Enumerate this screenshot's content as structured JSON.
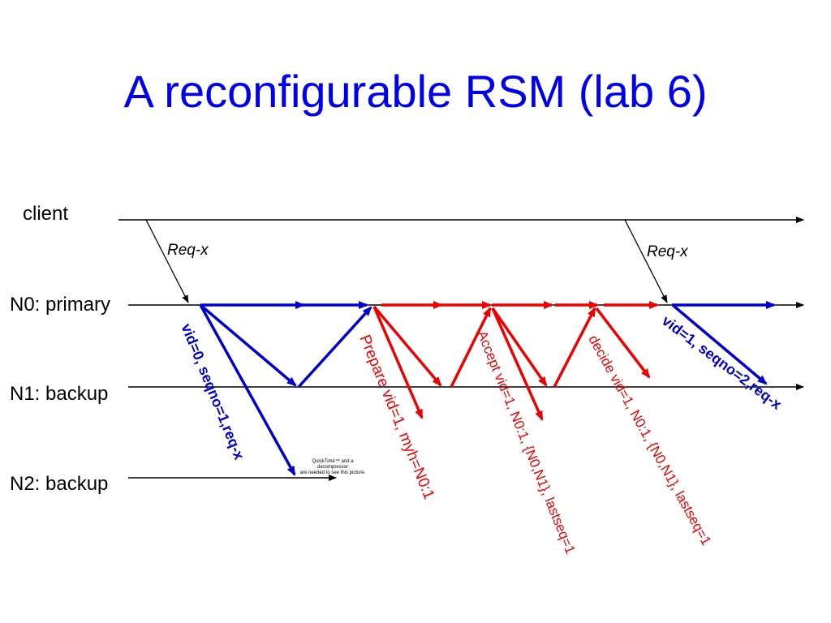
{
  "title": "A reconfigurable RSM (lab 6)",
  "nodes": {
    "client": "client",
    "n0": "N0: primary",
    "n1": "N1: backup",
    "n2": "N2: backup"
  },
  "requests": {
    "req1": "Req-x",
    "req2": "Req-x"
  },
  "labels": {
    "vid0": "vid=0, seqno=1,req-x",
    "prepare": "Prepare vid=1, myh=N0:1",
    "accept": "Accept vid=1, N0:1, {N0,N1}, lastseq=1",
    "decide": "decide vid=1, N0:1, {N0,N1}, lastseq=1",
    "vid1": "vid=1, seqno=2,req-x"
  },
  "quicktime": {
    "line1": "QuickTime™ and a",
    "line2": "decompressor",
    "line3": "are needed to see this picture."
  },
  "colors": {
    "title": "#0000ee",
    "blue_arrow": "#0000cc",
    "red_arrow": "#ee0000",
    "timeline": "#000000"
  }
}
